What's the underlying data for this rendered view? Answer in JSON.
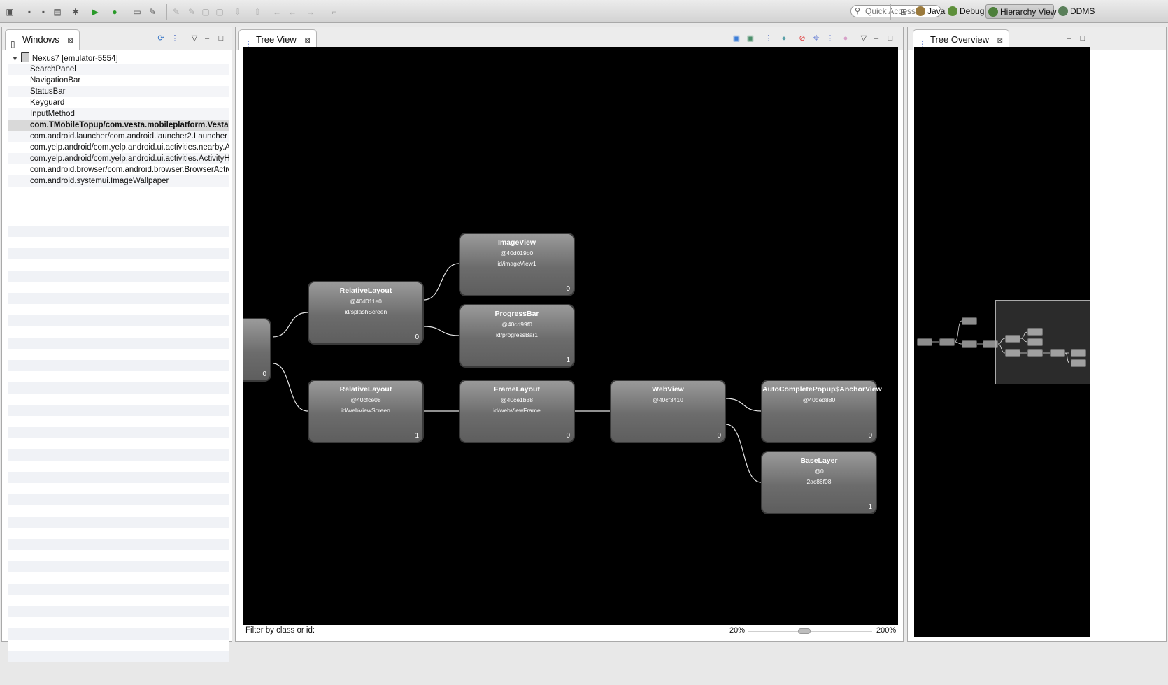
{
  "toolbar": {
    "quick_access_placeholder": "Quick Access",
    "perspectives": [
      {
        "label": "Java",
        "icon": "java-perspective-icon"
      },
      {
        "label": "Debug",
        "icon": "debug-perspective-icon"
      },
      {
        "label": "Hierarchy View",
        "icon": "hierarchy-view-perspective-icon",
        "active": true
      },
      {
        "label": "DDMS",
        "icon": "ddms-perspective-icon"
      }
    ]
  },
  "windows_panel": {
    "tab_title": "Windows",
    "device": "Nexus7 [emulator-5554]",
    "windows": [
      "SearchPanel",
      "NavigationBar",
      "StatusBar",
      "Keyguard",
      "InputMethod",
      "com.TMobileTopup/com.vesta.mobileplatform.VestaM",
      "com.android.launcher/com.android.launcher2.Launcher",
      "com.yelp.android/com.yelp.android.ui.activities.nearby.A",
      "com.yelp.android/com.yelp.android.ui.activities.ActivityH",
      "com.android.browser/com.android.browser.BrowserActiv",
      "com.android.systemui.ImageWallpaper"
    ],
    "selected_index": 5
  },
  "tree_view": {
    "tab_title": "Tree View",
    "filter_label": "Filter by class or id:",
    "zoom_min": "20%",
    "zoom_max": "200%",
    "zoom_level": 0.45,
    "nodes": {
      "parent": {
        "index": "0"
      },
      "splash": {
        "name": "RelativeLayout",
        "addr": "@40d011e0",
        "id": "id/splashScreen",
        "index": "0"
      },
      "image": {
        "name": "ImageView",
        "addr": "@40d019b0",
        "id": "id/imageView1",
        "index": "0"
      },
      "progress": {
        "name": "ProgressBar",
        "addr": "@40cd99f0",
        "id": "id/progressBar1",
        "index": "1"
      },
      "webscreen": {
        "name": "RelativeLayout",
        "addr": "@40cfce08",
        "id": "id/webViewScreen",
        "index": "1"
      },
      "frame": {
        "name": "FrameLayout",
        "addr": "@40ce1b38",
        "id": "id/webViewFrame",
        "index": "0"
      },
      "webview": {
        "name": "WebView",
        "addr": "@40cf3410",
        "id": "",
        "index": "0"
      },
      "anchor": {
        "name": "AutoCompletePopup$AnchorView",
        "addr": "@40ded880",
        "id": "",
        "index": "0"
      },
      "baselayer": {
        "name": "BaseLayer",
        "addr": "@0",
        "id": "2ac86f08",
        "index": "1"
      }
    }
  },
  "tree_overview": {
    "tab_title": "Tree Overview"
  }
}
